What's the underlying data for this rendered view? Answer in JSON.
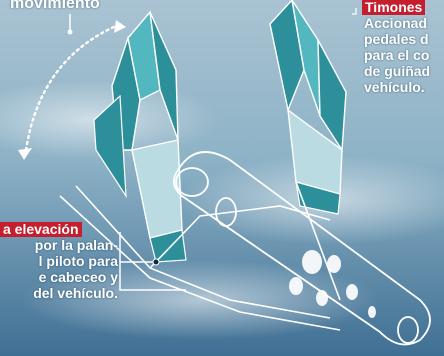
{
  "colors": {
    "sky_top": "#a9c3d2",
    "sky_mid": "#8db2c6",
    "sky_bottom": "#3f6f93",
    "fin_teal": "#2c8f9a",
    "fin_light": "#52b7bf",
    "accent_red": "#c41e2f",
    "outline": "#ffffff"
  },
  "callouts": {
    "movement": {
      "title": "movimiento"
    },
    "rudders": {
      "title": "Timones",
      "lines": [
        "Accionad",
        "pedales d",
        "para el co",
        "de guiñad",
        "vehículo."
      ]
    },
    "elevator": {
      "title": "a elevación",
      "lines": [
        "por la palan-",
        "l piloto para",
        "e cabeceo y",
        "del vehículo."
      ]
    }
  }
}
